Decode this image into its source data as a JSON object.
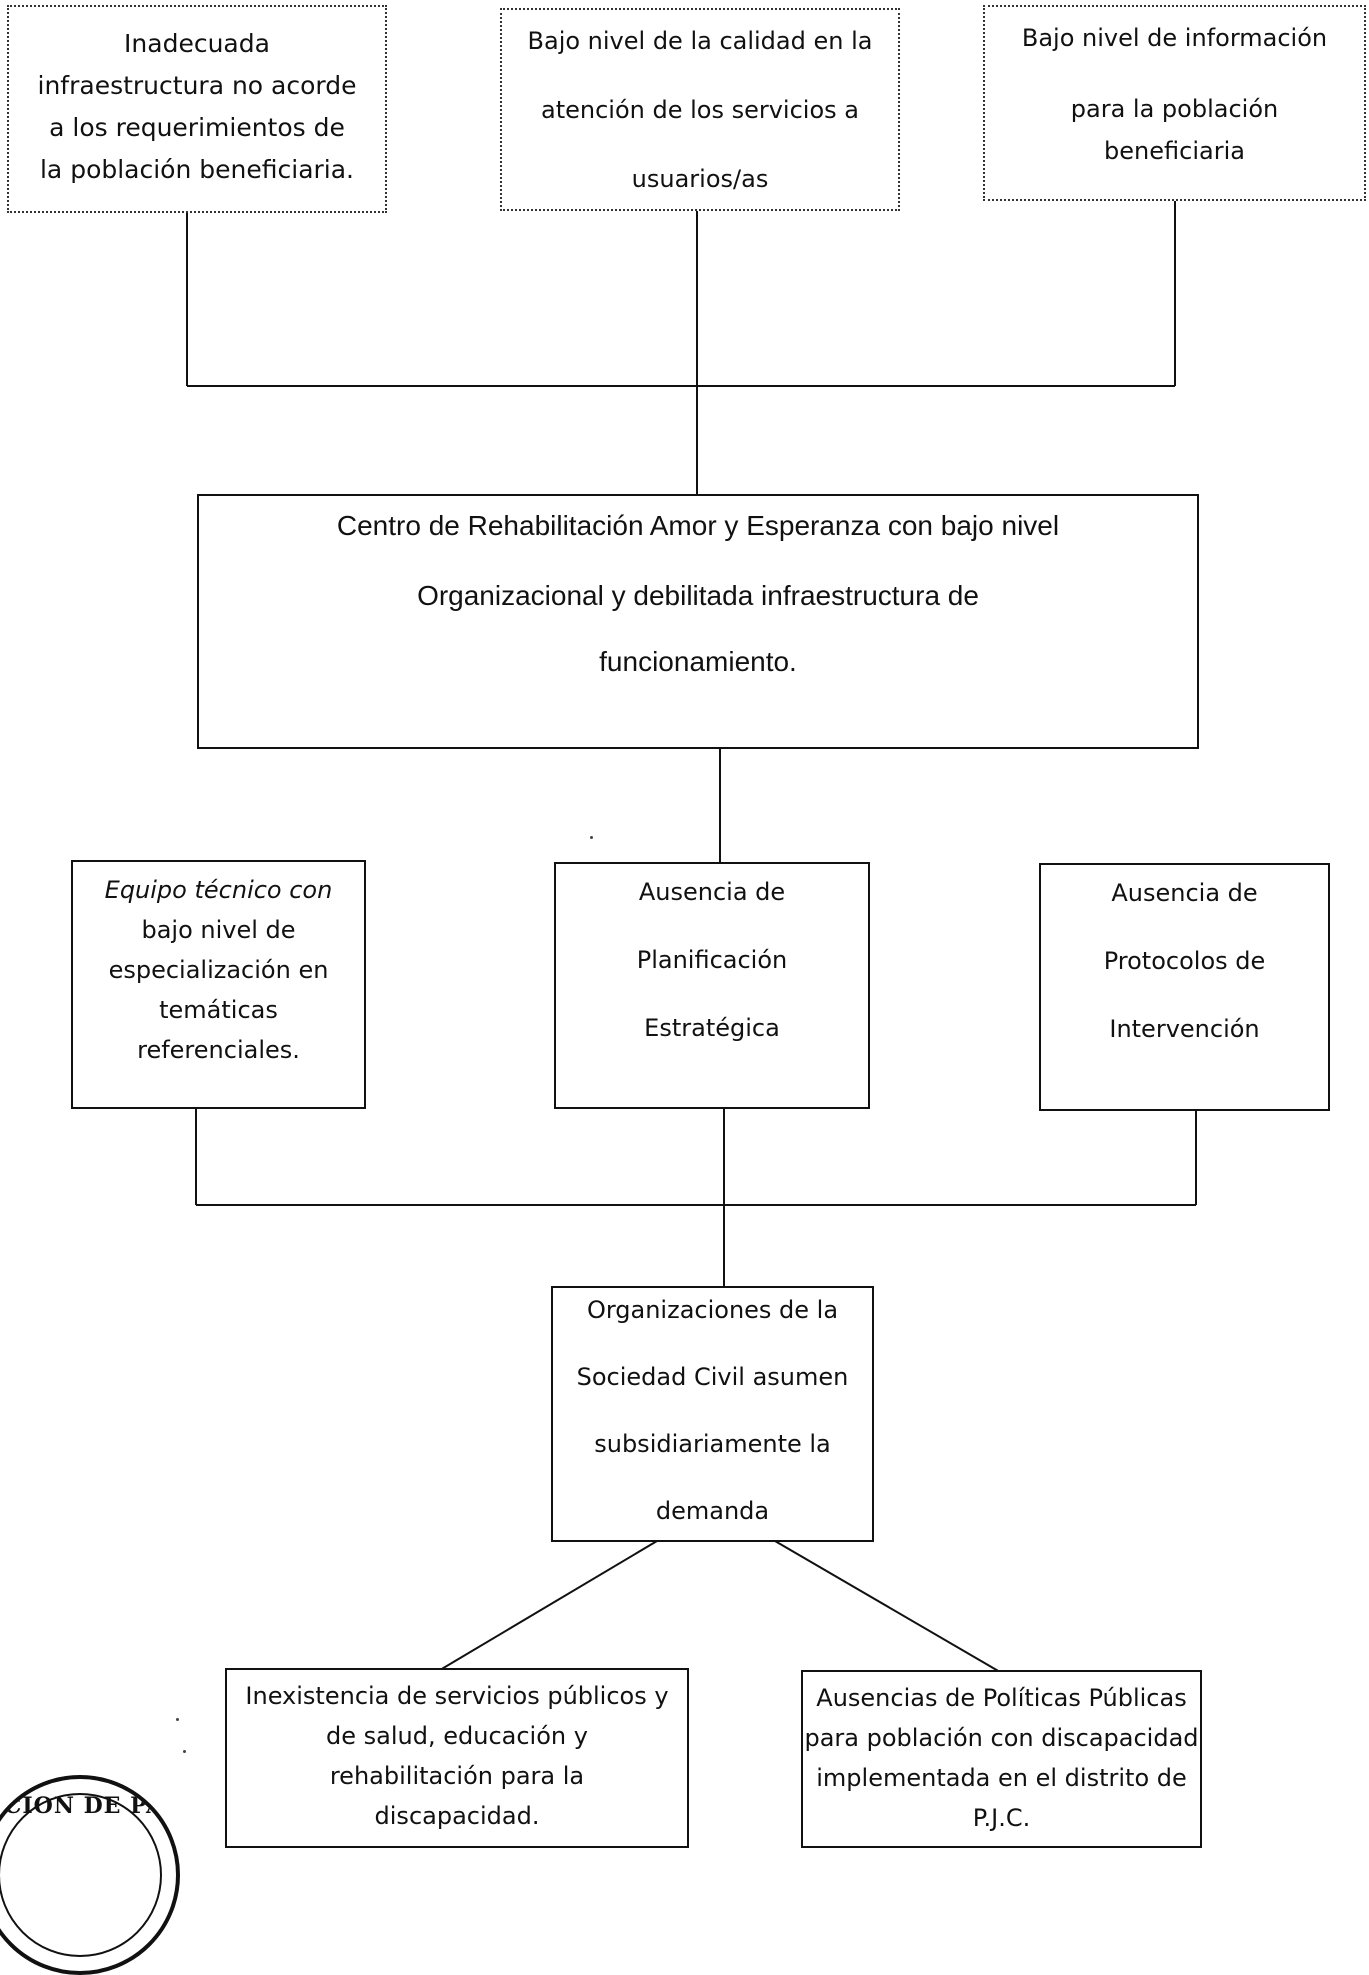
{
  "effects": [
    {
      "id": "infra",
      "lines": [
        "Inadecuada",
        "infraestructura no acorde",
        "a los requerimientos de",
        "la población beneficiaria."
      ]
    },
    {
      "id": "calidad",
      "lines": [
        "Bajo nivel de la calidad en la",
        "atención de los servicios a",
        "usuarios/as"
      ]
    },
    {
      "id": "informacion",
      "lines": [
        "Bajo nivel de información",
        "para la población",
        "beneficiaria"
      ]
    }
  ],
  "central_problem": {
    "lines": [
      "Centro de Rehabilitación Amor y Esperanza con bajo nivel",
      "Organizacional  y debilitada infraestructura de",
      "funcionamiento."
    ]
  },
  "causes": [
    {
      "id": "equipo",
      "lines": [
        "Equipo técnico con",
        "bajo nivel de",
        "especialización en",
        "temáticas",
        "referenciales."
      ]
    },
    {
      "id": "planificacion",
      "lines": [
        "Ausencia de",
        "Planificación",
        "Estratégica"
      ]
    },
    {
      "id": "protocolos",
      "lines": [
        "Ausencia de",
        "Protocolos de",
        "Intervención"
      ]
    }
  ],
  "subsidiary": {
    "lines": [
      "Organizaciones de la",
      "Sociedad Civil asumen",
      "subsidiariamente la",
      "demanda"
    ]
  },
  "root_causes": [
    {
      "id": "servicios",
      "lines": [
        "Inexistencia de servicios públicos y",
        "de salud, educación y",
        "rehabilitación para la",
        "discapacidad."
      ]
    },
    {
      "id": "politicas",
      "lines": [
        "Ausencias de Políticas Públicas",
        "para población con discapacidad",
        "implementada en el distrito de",
        "P.J.C."
      ]
    }
  ],
  "seal": {
    "text": "CION DE PA"
  },
  "colors": {
    "line": "#111111",
    "background": "#ffffff"
  }
}
